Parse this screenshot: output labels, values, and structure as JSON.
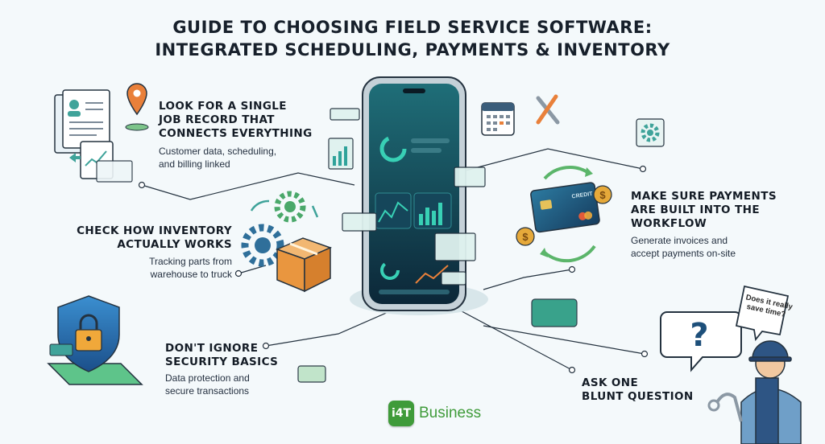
{
  "title": {
    "line1": "GUIDE TO CHOOSING FIELD SERVICE SOFTWARE:",
    "line2": "INTEGRATED SCHEDULING, PAYMENTS & INVENTORY"
  },
  "sections": {
    "job_record": {
      "heading_line1": "LOOK FOR A SINGLE",
      "heading_line2": "JOB RECORD THAT",
      "heading_line3": "CONNECTS EVERYTHING",
      "desc_line1": "Customer data, scheduling,",
      "desc_line2": "and billing linked"
    },
    "inventory": {
      "heading_line1": "CHECK HOW INVENTORY",
      "heading_line2": "ACTUALLY WORKS",
      "desc_line1": "Tracking parts from",
      "desc_line2": "warehouse to truck"
    },
    "security": {
      "heading_line1": "DON'T IGNORE",
      "heading_line2": "SECURITY BASICS",
      "desc_line1": "Data protection and",
      "desc_line2": "secure transactions"
    },
    "payments": {
      "heading_line1": "MAKE SURE PAYMENTS",
      "heading_line2": "ARE BUILT INTO THE",
      "heading_line3": "WORKFLOW",
      "desc_line1": "Generate invoices and",
      "desc_line2": "accept payments on-site"
    },
    "question": {
      "heading_line1": "ASK ONE",
      "heading_line2": "BLUNT QUESTION",
      "bubble_line1": "Does it really",
      "bubble_line2": "save time?"
    }
  },
  "card": {
    "label": "CREDIT"
  },
  "logo": {
    "mark": "i4T",
    "text": "Business"
  },
  "colors": {
    "teal": "#2fa39a",
    "navy": "#1d3a52",
    "orange": "#e9803a",
    "gold": "#e6a93a",
    "green": "#3f9b3a"
  },
  "icons": [
    "document-icon",
    "map-pin-icon",
    "chart-document-icon",
    "wifi-icon",
    "calendar-icon",
    "tools-icon",
    "gear-icon",
    "box-icon",
    "shield-lock-icon",
    "credit-card-icon",
    "coin-icon",
    "question-bubble-icon",
    "technician-icon"
  ]
}
